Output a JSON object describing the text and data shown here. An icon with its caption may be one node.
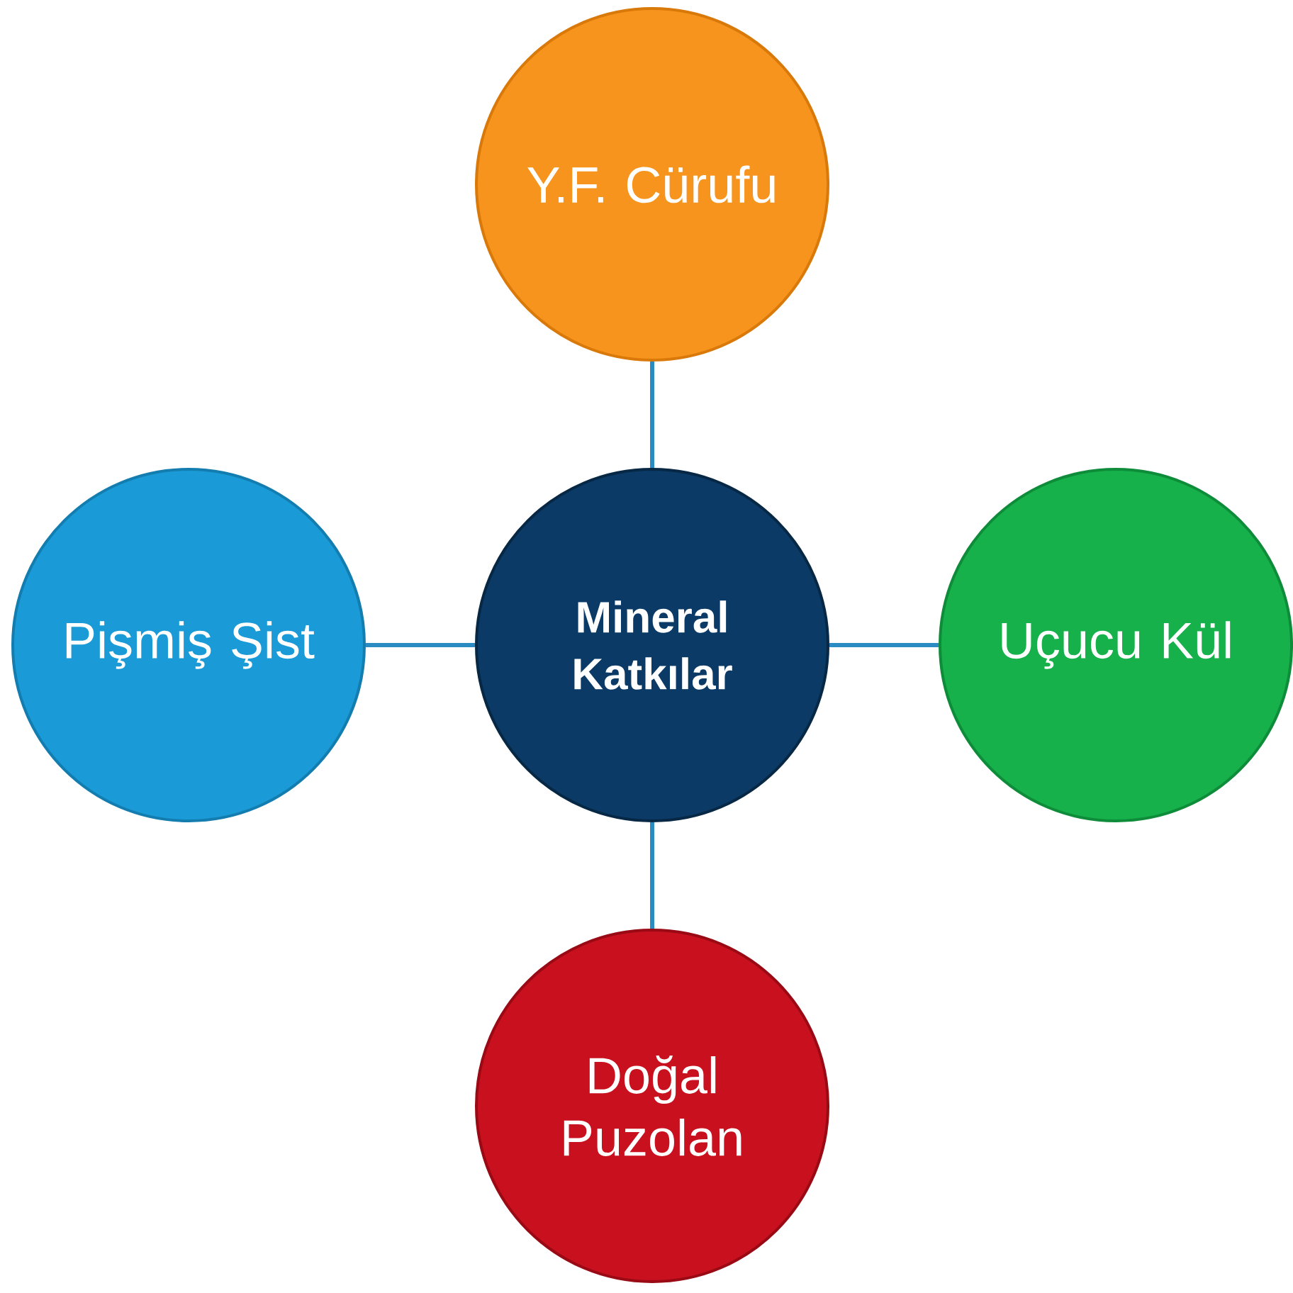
{
  "diagram": {
    "nodes": [
      {
        "text": [
          "Y.F. Cürufu"
        ]
      },
      {
        "text": [
          "Pişmiş Şist"
        ]
      },
      {
        "text": [
          "Mineral Katkılar"
        ]
      },
      {
        "text": [
          "Uçucu Kül"
        ]
      },
      {
        "text": [
          "Doğal Puzolan"
        ]
      }
    ],
    "edges": [
      {
        "from": 2,
        "to": 0,
        "arrow": "none"
      },
      {
        "from": 2,
        "to": 1,
        "arrow": "none"
      },
      {
        "from": 2,
        "to": 3,
        "arrow": "none"
      },
      {
        "from": 2,
        "to": 4,
        "arrow": "none"
      }
    ]
  }
}
